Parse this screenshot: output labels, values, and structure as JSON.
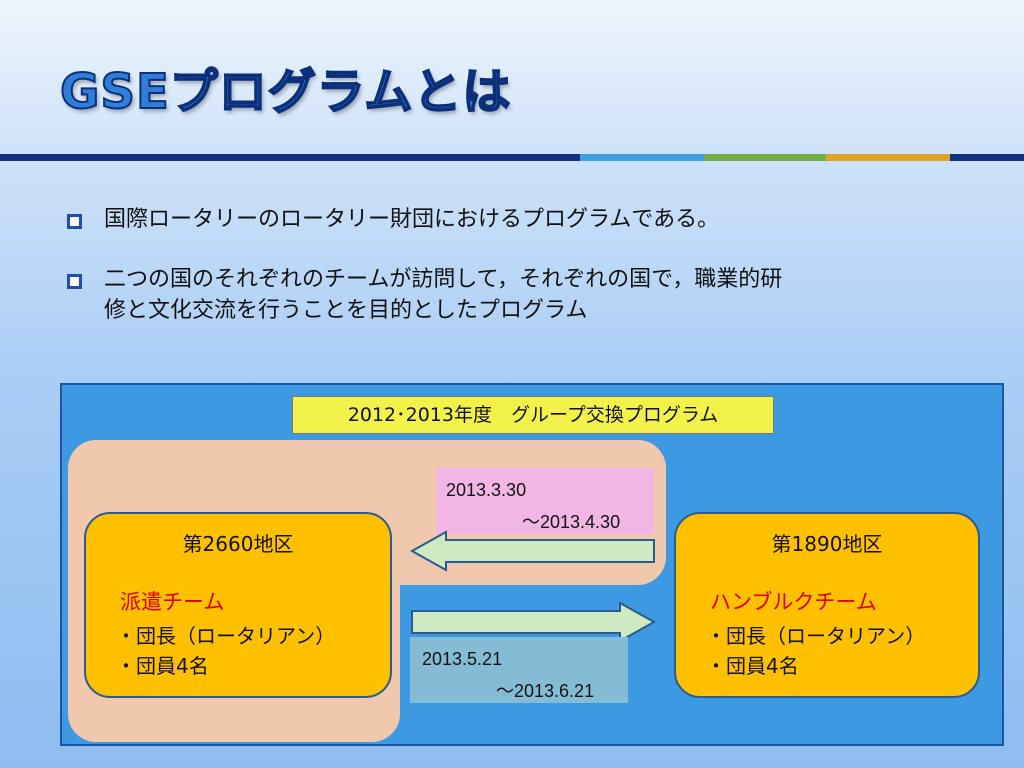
{
  "slide": {
    "title": "GSEプログラムとは",
    "bullets": [
      {
        "lines": [
          "国際ロータリーのロータリー財団におけるプログラムである。"
        ]
      },
      {
        "lines": [
          "二つの国のそれぞれのチームが訪問して，それぞれの国で，職業的研",
          "修と文化交流を行うことを目的としたプログラム"
        ]
      }
    ]
  },
  "diagram": {
    "caption": "2012･2013年度　グループ交換プログラム",
    "left_district": {
      "name": "第2660地区",
      "team": "派遣チーム",
      "members": [
        "・団長（ロータリアン）",
        "・団員4名"
      ]
    },
    "right_district": {
      "name": "第1890地区",
      "team": "ハンブルクチーム",
      "members": [
        "・団長（ロータリアン）",
        "・団員4名"
      ]
    },
    "inbound_period": {
      "start": "2013.3.30",
      "end": "～2013.4.30"
    },
    "outbound_period": {
      "start": "2013.5.21",
      "end": "～2013.6.21"
    }
  },
  "colors": {
    "title_fill": "#2f7fd8",
    "title_outline": "#0b2f7a",
    "panel": "#3d9ae2",
    "caption_bg": "#f3f24b",
    "district_bg": "#ffc000",
    "peach_region": "#f0c8ae",
    "inbound_date_bg": "#f2b6e4",
    "outbound_date_bg": "#84bcd6",
    "arrow_fill": "#cfeac2",
    "team_label": "#e00000"
  }
}
